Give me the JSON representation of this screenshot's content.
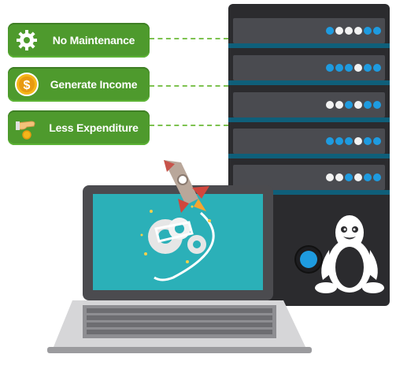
{
  "features": [
    {
      "label": "No Maintenance",
      "icon": "gear-icon"
    },
    {
      "label": "Generate Income",
      "icon": "dollar-coin-icon"
    },
    {
      "label": "Less Expenditure",
      "icon": "hand-coin-icon"
    }
  ],
  "colors": {
    "pill_green": "#4e9a2d",
    "server_body": "#2b2b2e",
    "server_bay": "#4a4b50",
    "server_stripe": "#0f5f7a",
    "led_blue": "#1e9be0",
    "led_white": "#f2f2f2",
    "screen_teal": "#2bb0b8",
    "laptop_frame": "#4b4b4f"
  },
  "server": {
    "bays": [
      {
        "leds": [
          "blue",
          "white",
          "white",
          "white",
          "blue",
          "blue"
        ]
      },
      {
        "leds": [
          "blue",
          "blue",
          "blue",
          "white",
          "blue",
          "blue"
        ]
      },
      {
        "leds": [
          "white",
          "white",
          "blue",
          "white",
          "blue",
          "blue"
        ]
      },
      {
        "leds": [
          "blue",
          "blue",
          "blue",
          "white",
          "blue",
          "blue"
        ]
      },
      {
        "leds": [
          "white",
          "white",
          "blue",
          "white",
          "blue",
          "blue"
        ]
      }
    ]
  }
}
